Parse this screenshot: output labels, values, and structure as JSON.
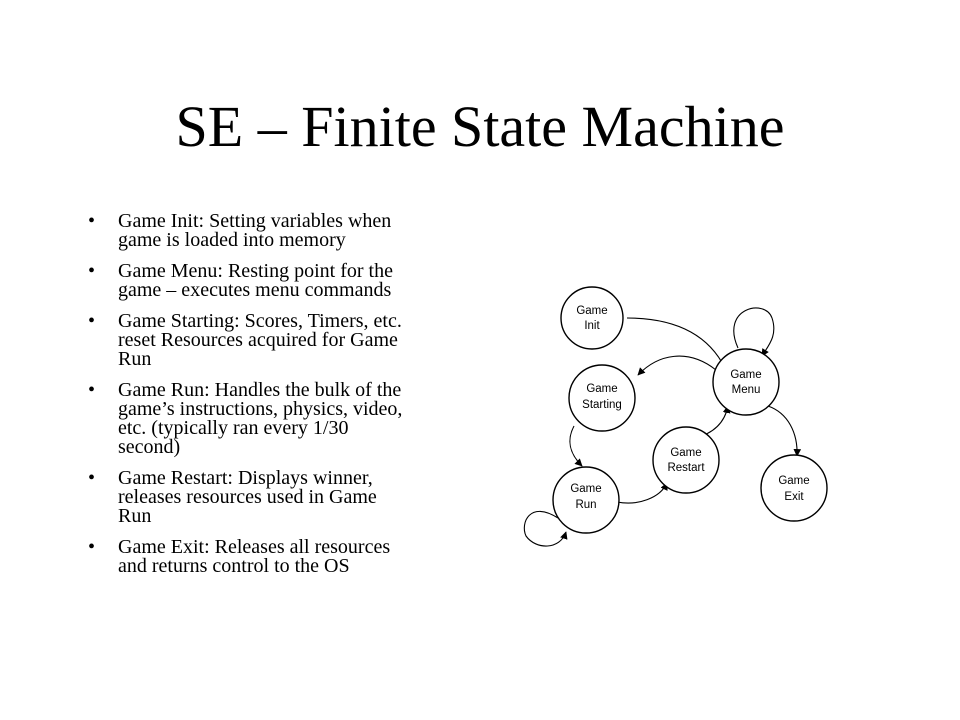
{
  "slide": {
    "title": "SE – Finite State Machine",
    "bullets": [
      {
        "lines": [
          "Game Init: Setting variables when",
          "game is loaded into memory"
        ]
      },
      {
        "lines": [
          "Game Menu: Resting point for the",
          "game – executes menu commands"
        ]
      },
      {
        "lines": [
          "Game Starting: Scores, Timers, etc.",
          "reset Resources acquired for Game",
          "Run"
        ]
      },
      {
        "lines": [
          "Game Run: Handles the bulk of the",
          "game’s instructions, physics, video,",
          "etc. (typically ran every 1/30",
          "second)"
        ]
      },
      {
        "lines": [
          "Game Restart: Displays winner,",
          "releases resources used in Game",
          "Run"
        ]
      },
      {
        "lines": [
          "Game Exit: Releases all resources",
          "and returns control to the OS"
        ]
      }
    ]
  },
  "diagram": {
    "states": [
      {
        "id": "init",
        "lines": [
          "Game",
          "Init"
        ]
      },
      {
        "id": "menu",
        "lines": [
          "Game",
          "Menu"
        ]
      },
      {
        "id": "starting",
        "lines": [
          "Game",
          "Starting"
        ]
      },
      {
        "id": "restart",
        "lines": [
          "Game",
          "Restart"
        ]
      },
      {
        "id": "run",
        "lines": [
          "Game",
          "Run"
        ]
      },
      {
        "id": "exit",
        "lines": [
          "Game",
          "Exit"
        ]
      }
    ],
    "transitions": [
      {
        "from": "init",
        "to": "menu"
      },
      {
        "from": "menu",
        "to": "menu"
      },
      {
        "from": "menu",
        "to": "starting"
      },
      {
        "from": "starting",
        "to": "run"
      },
      {
        "from": "run",
        "to": "run"
      },
      {
        "from": "run",
        "to": "restart"
      },
      {
        "from": "restart",
        "to": "menu"
      },
      {
        "from": "menu",
        "to": "exit"
      }
    ]
  }
}
